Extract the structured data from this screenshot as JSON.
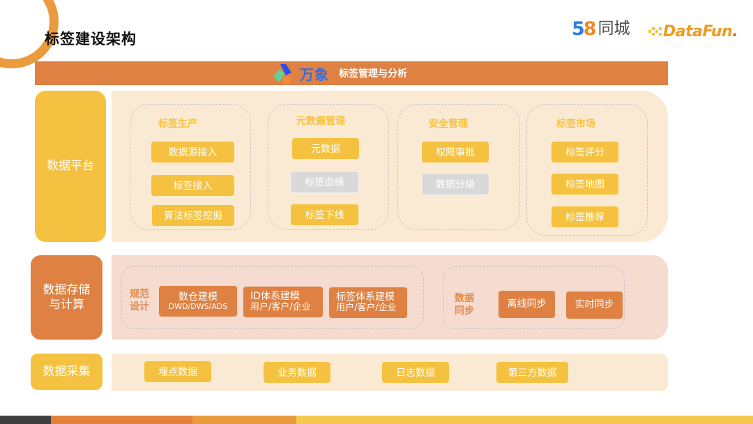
{
  "page": {
    "title": "标签建设架构"
  },
  "logos": {
    "company": {
      "num5": "5",
      "num8": "8",
      "text": "同城"
    },
    "datafun": {
      "text_main": "DataFun",
      "text_dot": "."
    }
  },
  "banner": {
    "brand": "万象",
    "label": "标签管理与分析",
    "icon": "wanxiang-logo-icon"
  },
  "layers": {
    "platform": {
      "label": "数据平台",
      "groups": [
        {
          "title": "标签生产",
          "items": [
            {
              "label": "数据源接入",
              "state": "active"
            },
            {
              "label": "标签接入",
              "state": "active"
            },
            {
              "label": "算法标签挖掘",
              "state": "active"
            }
          ]
        },
        {
          "title": "元数据管理",
          "items": [
            {
              "label": "元数据",
              "state": "active"
            },
            {
              "label": "标签血缘",
              "state": "disabled"
            },
            {
              "label": "标签下线",
              "state": "active"
            }
          ]
        },
        {
          "title": "安全管理",
          "items": [
            {
              "label": "权限审批",
              "state": "active"
            },
            {
              "label": "数据分级",
              "state": "disabled"
            }
          ]
        },
        {
          "title": "标签市场",
          "items": [
            {
              "label": "标签评分",
              "state": "active"
            },
            {
              "label": "标签地图",
              "state": "active"
            },
            {
              "label": "标签推荐",
              "state": "active"
            }
          ]
        }
      ]
    },
    "storage": {
      "label_line1": "数据存储",
      "label_line2": "与计算",
      "groups": [
        {
          "title_line1": "规范",
          "title_line2": "设计",
          "items": [
            {
              "label": "数仓建模",
              "sub": "DWD/DWS/ADS"
            },
            {
              "label": "ID体系建模",
              "sub": "用户/客户/企业"
            },
            {
              "label": "标签体系建模",
              "sub": "用户/客户/企业"
            }
          ]
        },
        {
          "title_line1": "数据",
          "title_line2": "同步",
          "items": [
            {
              "label": "离线同步"
            },
            {
              "label": "实时同步"
            }
          ]
        }
      ]
    },
    "collection": {
      "label": "数据采集",
      "items": [
        {
          "label": "埋点数据"
        },
        {
          "label": "业务数据"
        },
        {
          "label": "日志数据"
        },
        {
          "label": "第三方数据"
        }
      ]
    }
  },
  "colors": {
    "accent_orange": "#DE8142",
    "accent_yellow": "#F5C140",
    "panel_cream": "#FBEAD3",
    "panel_pink": "#F6DBD1",
    "disabled_gray": "#D9D9D9",
    "footer": [
      "#404040",
      "#E3803A",
      "#E99B3D",
      "#F5C950"
    ]
  }
}
